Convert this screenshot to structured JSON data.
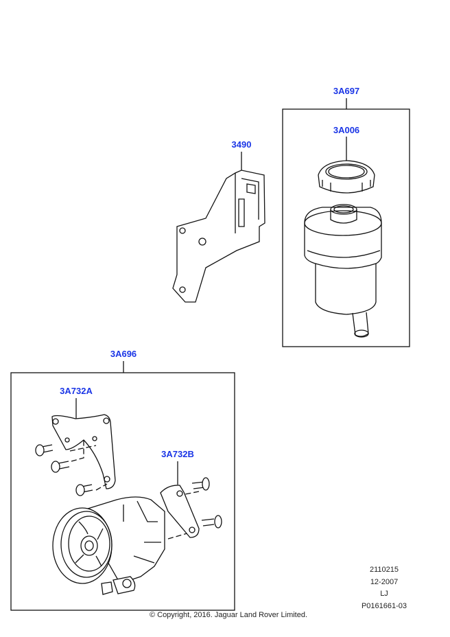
{
  "callouts": {
    "reservoir_assembly": "3A697",
    "reservoir_cap": "3A006",
    "bracket": "3490",
    "pump_assembly": "3A696",
    "pump_bracket_a": "3A732A",
    "pump_bracket_b": "3A732B"
  },
  "info": {
    "code": "2110215",
    "date": "12-2007",
    "initials": "LJ",
    "illustration_id": "P0161661-03"
  },
  "copyright": "© Copyright, 2016. Jaguar Land Rover Limited.",
  "colors": {
    "callout": "#1a35e6",
    "line": "#111111"
  }
}
